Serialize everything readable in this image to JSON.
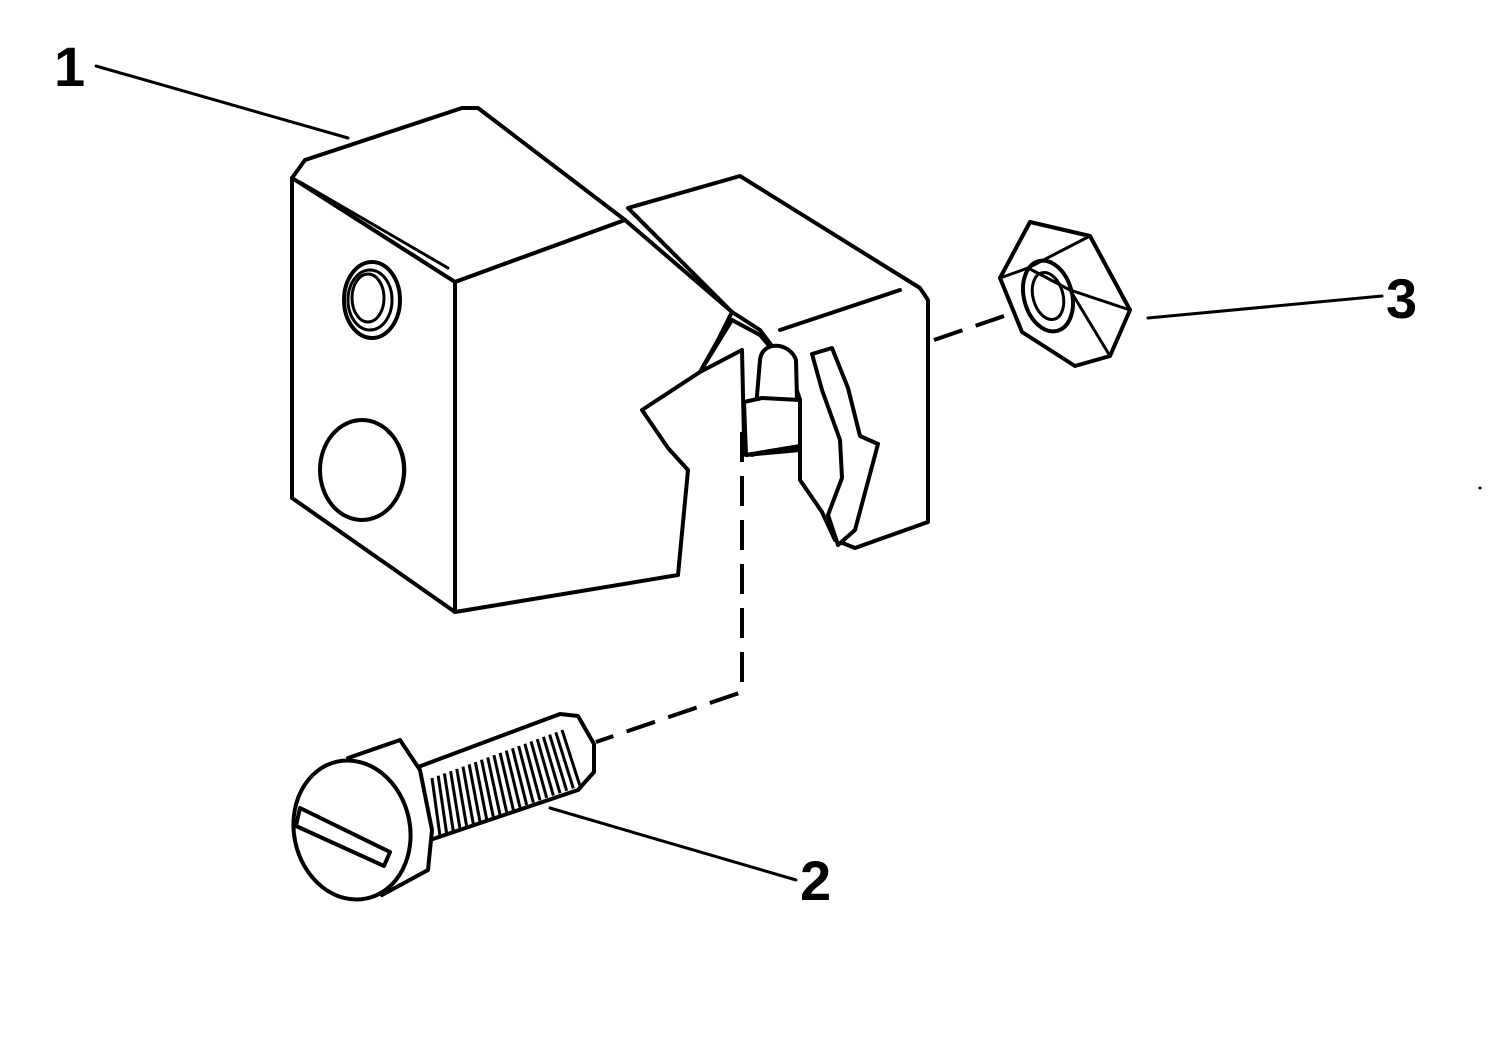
{
  "diagram": {
    "callouts": [
      {
        "id": "1",
        "label": "1"
      },
      {
        "id": "2",
        "label": "2"
      },
      {
        "id": "3",
        "label": "3"
      }
    ],
    "parts": [
      {
        "callout": "1",
        "icon": "bracket-block-icon"
      },
      {
        "callout": "2",
        "icon": "slotted-screw-icon"
      },
      {
        "callout": "3",
        "icon": "hex-nut-icon"
      }
    ],
    "colors": {
      "line": "#000000",
      "background": "#ffffff"
    }
  }
}
